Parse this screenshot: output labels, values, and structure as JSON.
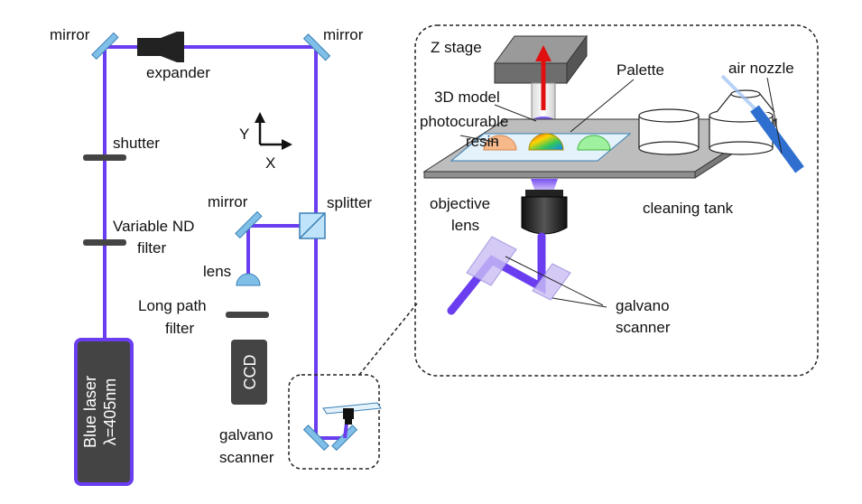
{
  "colors": {
    "beam": "#6a3df0",
    "laser_body": "#444444",
    "mirror": "#7fbfe8",
    "mirror_edge": "#3a7fb5",
    "stage": "#6e6e6e",
    "table": "#b9b9b9",
    "arrow": "#e01010",
    "resin_orange": "#f7b98a",
    "resin_green": "#7be07b",
    "nozzle": "#2f6fd0"
  },
  "labels": {
    "mirror_top_left": "mirror",
    "mirror_top_right": "mirror",
    "expander": "expander",
    "shutter": "shutter",
    "nd_filter_line1": "Variable ND",
    "nd_filter_line2": "filter",
    "axis_y": "Y",
    "axis_x": "X",
    "mirror_mid": "mirror",
    "splitter": "splitter",
    "lens": "lens",
    "long_path_line1": "Long path",
    "long_path_line2": "filter",
    "ccd": "CCD",
    "laser_line1": "Blue laser",
    "laser_line2": "λ=405nm",
    "galvano_left_line1": "galvano",
    "galvano_left_line2": "scanner",
    "z_stage": "Z stage",
    "palette": "Palette",
    "model_3d": "3D model",
    "air_nozzle": "air nozzle",
    "photocurable_line1": "photocurable",
    "photocurable_line2": "resin",
    "cleaning_tank": "cleaning tank",
    "objective_line1": "objective",
    "objective_line2": "lens",
    "galvano_right_line1": "galvano",
    "galvano_right_line2": "scanner"
  }
}
